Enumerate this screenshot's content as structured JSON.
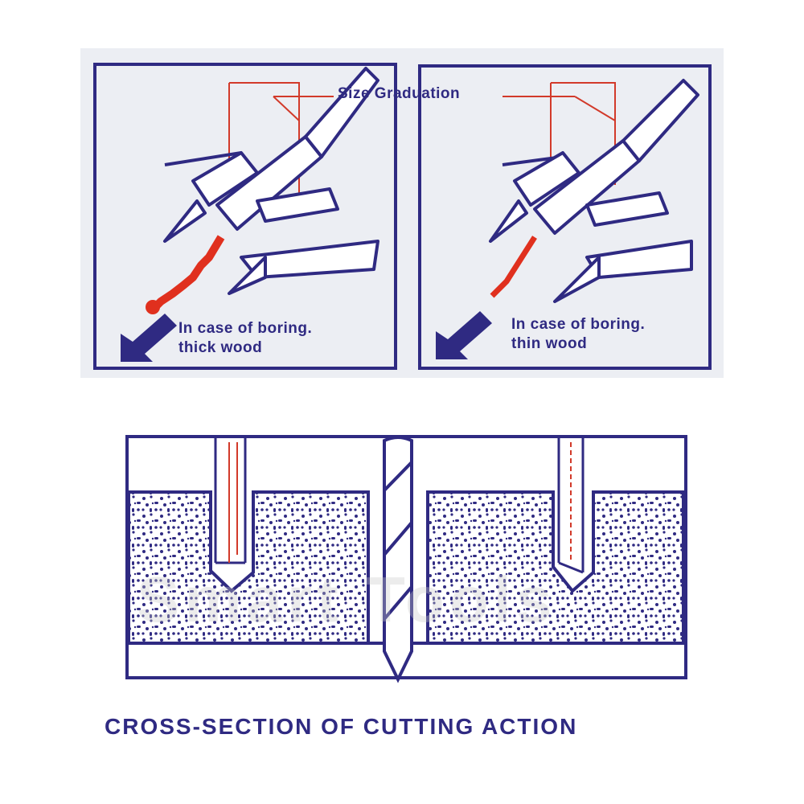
{
  "top": {
    "size_label": "Size Graduation",
    "left_panel": {
      "line1": "In case of boring.",
      "line2": "thick wood"
    },
    "right_panel": {
      "line1": "In case of boring.",
      "line2": "thin wood"
    }
  },
  "caption": "CROSS-SECTION OF CUTTING ACTION",
  "watermark": "Smart Tools",
  "colors": {
    "ink": "#2f2a82",
    "red": "#e0301e",
    "panel_bg": "#eceef3"
  }
}
